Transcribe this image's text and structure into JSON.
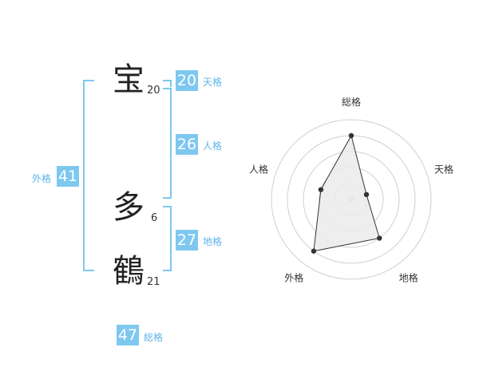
{
  "accent_color": "#7ec8f0",
  "label_color": "#5fb4e8",
  "characters": [
    {
      "char": "宝",
      "strokes": "20"
    },
    {
      "char": "多",
      "strokes": "6"
    },
    {
      "char": "鶴",
      "strokes": "21"
    }
  ],
  "fortunes": {
    "tenkaku": {
      "value": "20",
      "label": "天格"
    },
    "jinkaku": {
      "value": "26",
      "label": "人格"
    },
    "chikaku": {
      "value": "27",
      "label": "地格"
    },
    "gaikaku": {
      "value": "41",
      "label": "外格"
    },
    "soukaku": {
      "value": "47",
      "label": "総格"
    }
  },
  "chart_data": {
    "type": "radar",
    "axes": [
      "総格",
      "天格",
      "地格",
      "外格",
      "人格"
    ],
    "values": [
      4,
      1,
      3,
      4,
      2
    ],
    "rmax": 5,
    "rings": 5,
    "fill_color": "#ebebeb",
    "line_color": "#333333",
    "grid_color": "#cfcfcf"
  }
}
